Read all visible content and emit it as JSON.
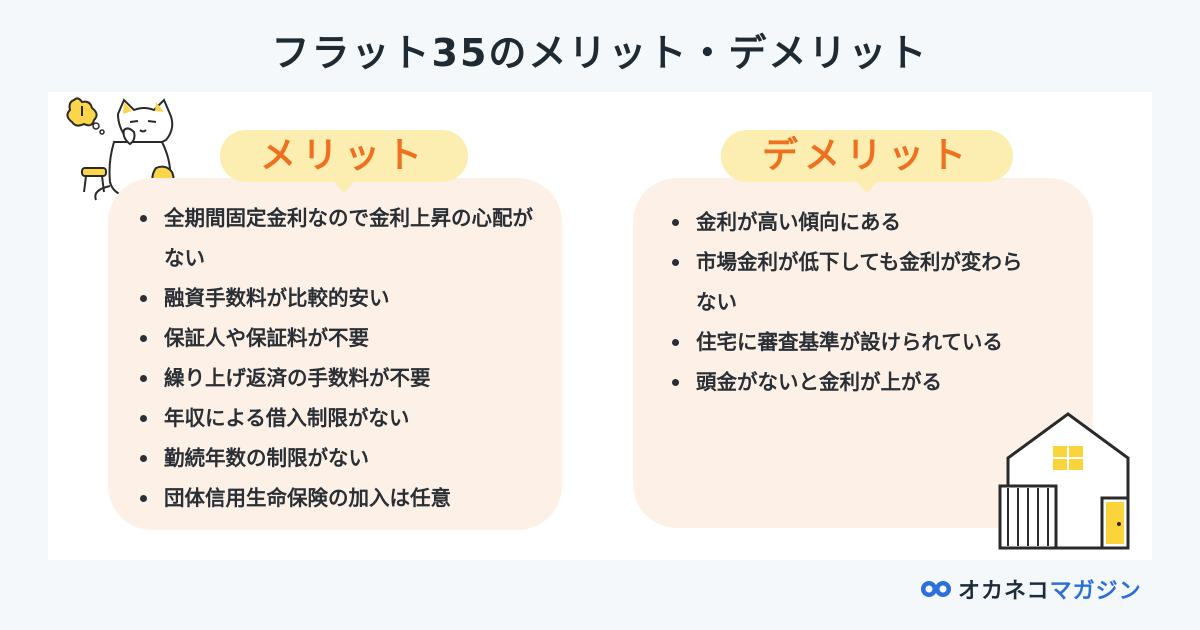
{
  "title": "フラット35のメリット・デメリット",
  "merit": {
    "heading": "メリット",
    "items": [
      "全期間固定金利なので金利上昇の心配がない",
      "融資手数料が比較的安い",
      "保証人や保証料が不要",
      "繰り上げ返済の手数料が不要",
      "年収による借入制限がない",
      "勤続年数の制限がない",
      "団体信用生命保険の加入は任意"
    ]
  },
  "demerit": {
    "heading": "デメリット",
    "items": [
      "金利が高い傾向にある",
      "市場金利が低下しても金利が変わらない",
      "住宅に審査基準が設けられている",
      "頭金がないと金利が上がる"
    ]
  },
  "logo": {
    "part1": "オカネコ",
    "part2": "マガジン"
  },
  "colors": {
    "accent_orange": "#f0701f",
    "bubble_yellow": "#fbeeb0",
    "card_peach": "#fdf1e7",
    "logo_blue": "#2d6fd8"
  },
  "icons": {
    "cat": "thinking-cat-illustration",
    "house": "house-illustration",
    "logo": "owl-glasses-logo-icon"
  }
}
